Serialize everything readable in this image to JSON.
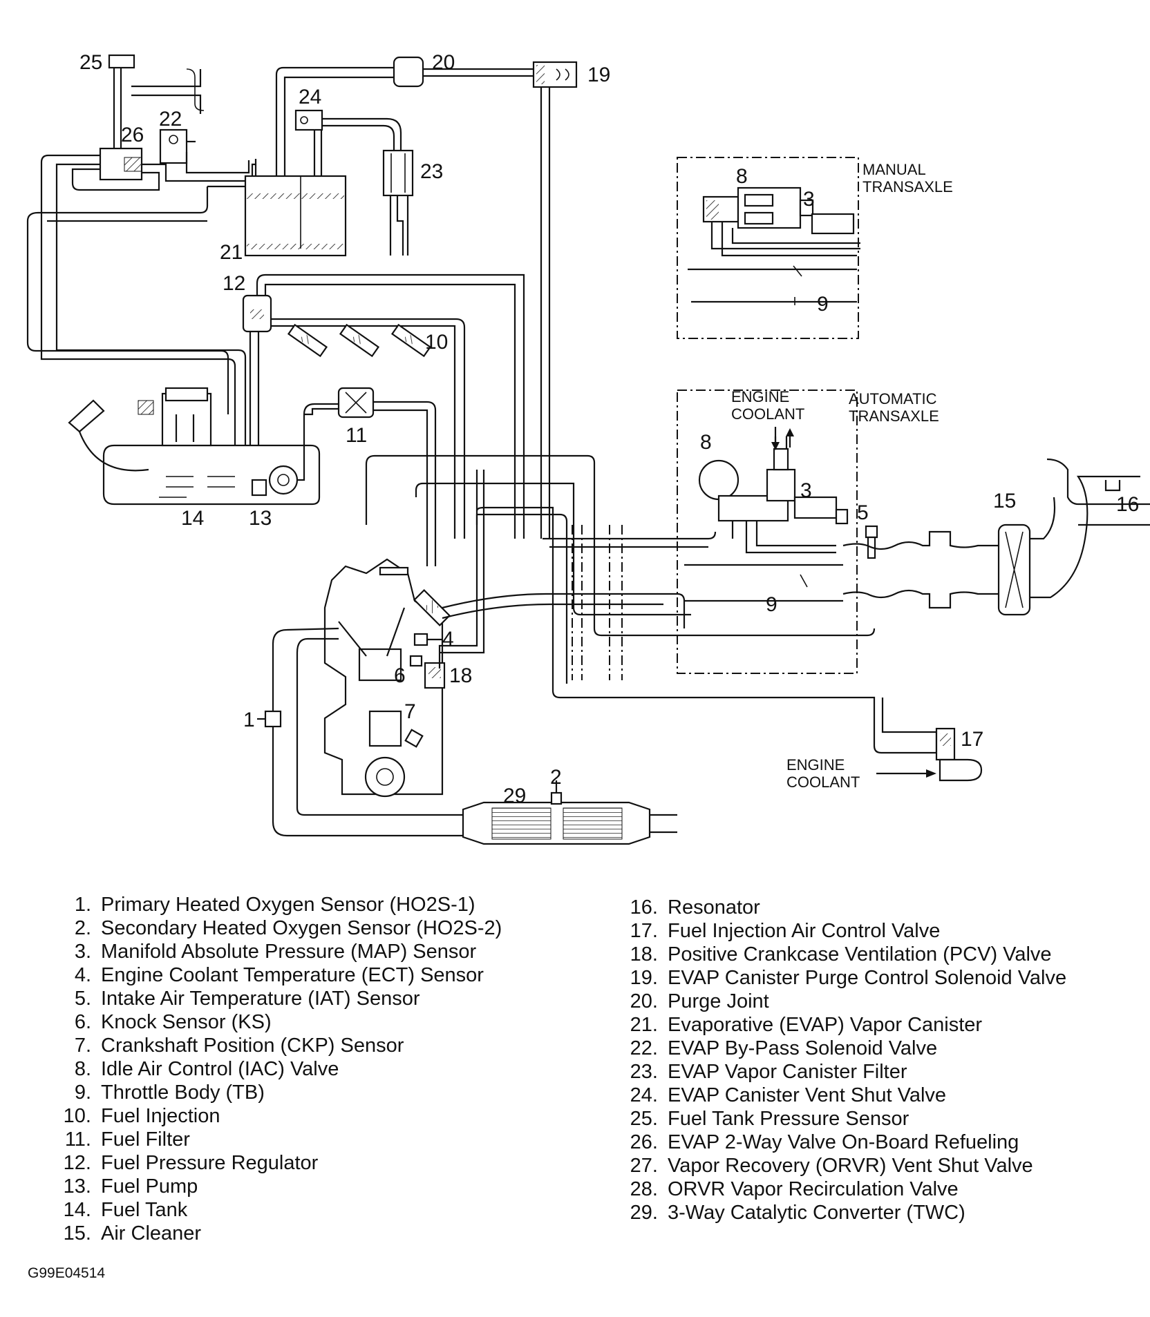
{
  "callouts": {
    "c1": "1",
    "c2": "2",
    "c3a": "3",
    "c3b": "3",
    "c4": "4",
    "c5": "5",
    "c6": "6",
    "c7": "7",
    "c8a": "8",
    "c8b": "8",
    "c9a": "9",
    "c9b": "9",
    "c10": "10",
    "c11": "11",
    "c12": "12",
    "c13": "13",
    "c14": "14",
    "c15": "15",
    "c16": "16",
    "c17": "17",
    "c18": "18",
    "c19": "19",
    "c20": "20",
    "c21": "21",
    "c22": "22",
    "c23": "23",
    "c24": "24",
    "c25": "25",
    "c26": "26",
    "c29": "29"
  },
  "captions": {
    "manual_1": "MANUAL",
    "manual_2": "TRANSAXLE",
    "auto_1": "AUTOMATIC",
    "auto_2": "TRANSAXLE",
    "coolant_top_1": "ENGINE",
    "coolant_top_2": "COOLANT",
    "coolant_bottom_1": "ENGINE",
    "coolant_bottom_2": "COOLANT"
  },
  "legend_left": [
    {
      "num": "1.",
      "text": "Primary Heated Oxygen Sensor (HO2S-1)"
    },
    {
      "num": "2.",
      "text": "Secondary Heated Oxygen Sensor (HO2S-2)"
    },
    {
      "num": "3.",
      "text": "Manifold Absolute Pressure (MAP) Sensor"
    },
    {
      "num": "4.",
      "text": "Engine Coolant Temperature (ECT) Sensor"
    },
    {
      "num": "5.",
      "text": "Intake Air Temperature (IAT) Sensor"
    },
    {
      "num": "6.",
      "text": "Knock Sensor (KS)"
    },
    {
      "num": "7.",
      "text": "Crankshaft Position (CKP) Sensor"
    },
    {
      "num": "8.",
      "text": "Idle Air Control (IAC) Valve"
    },
    {
      "num": "9.",
      "text": "Throttle Body (TB)"
    },
    {
      "num": "10.",
      "text": "Fuel Injection"
    },
    {
      "num": "11.",
      "text": "Fuel Filter"
    },
    {
      "num": "12.",
      "text": "Fuel Pressure Regulator"
    },
    {
      "num": "13.",
      "text": "Fuel Pump"
    },
    {
      "num": "14.",
      "text": "Fuel Tank"
    },
    {
      "num": "15.",
      "text": "Air Cleaner"
    }
  ],
  "legend_right": [
    {
      "num": "16.",
      "text": "Resonator"
    },
    {
      "num": "17.",
      "text": "Fuel Injection Air Control Valve"
    },
    {
      "num": "18.",
      "text": "Positive Crankcase Ventilation (PCV) Valve"
    },
    {
      "num": "19.",
      "text": "EVAP Canister Purge Control Solenoid Valve"
    },
    {
      "num": "20.",
      "text": "Purge Joint"
    },
    {
      "num": "21.",
      "text": "Evaporative (EVAP) Vapor Canister"
    },
    {
      "num": "22.",
      "text": "EVAP By-Pass Solenoid Valve"
    },
    {
      "num": "23.",
      "text": "EVAP Vapor Canister Filter"
    },
    {
      "num": "24.",
      "text": "EVAP Canister Vent Shut Valve"
    },
    {
      "num": "25.",
      "text": "Fuel Tank Pressure Sensor"
    },
    {
      "num": "26.",
      "text": "EVAP 2-Way Valve On-Board Refueling"
    },
    {
      "num": "27.",
      "text": "Vapor Recovery (ORVR) Vent Shut Valve"
    },
    {
      "num": "28.",
      "text": "ORVR Vapor Recirculation Valve"
    },
    {
      "num": "29.",
      "text": "3-Way Catalytic Converter (TWC)"
    }
  ],
  "figure_id": "G99E04514"
}
